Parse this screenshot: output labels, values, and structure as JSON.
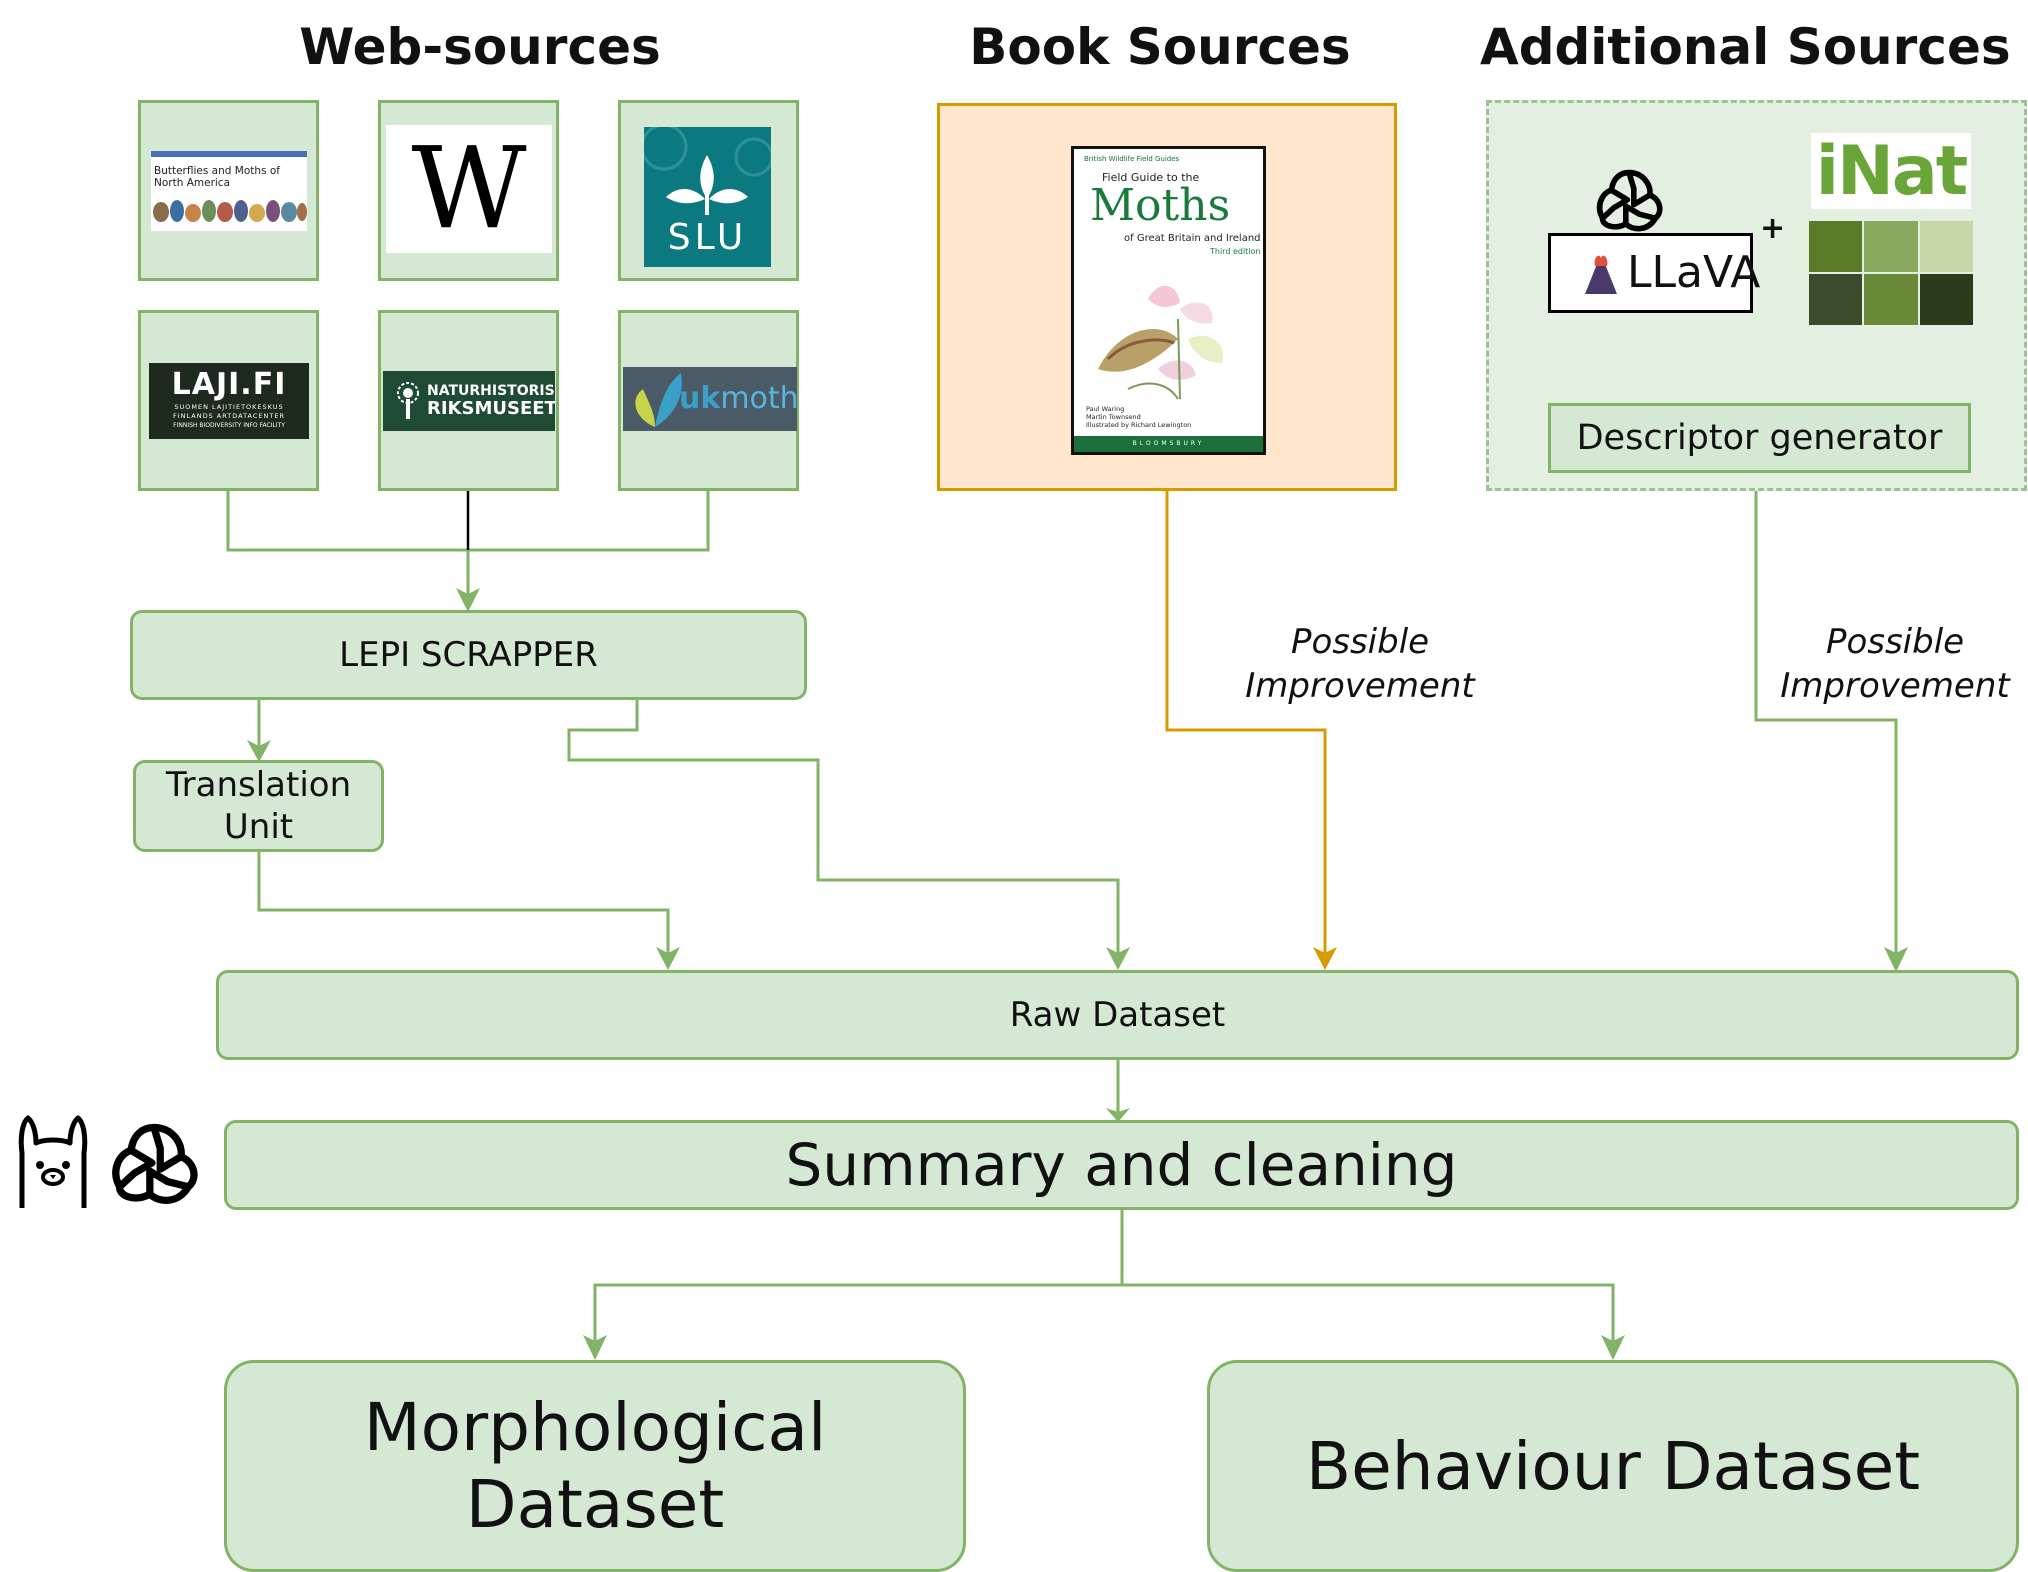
{
  "headings": {
    "web": "Web-sources",
    "book": "Book Sources",
    "additional": "Additional Sources"
  },
  "web_logos": {
    "butterflies": "Butterflies and Moths of North America",
    "wikipedia": "W",
    "slu": "SLU",
    "laji_main": "LAJI.FI",
    "laji_line1": "SUOMEN LAJITIETOKESKUS",
    "laji_line2": "FINLANDS ARTDATACENTER",
    "laji_line3": "FINNISH BIODIVERSITY INFO FACILITY",
    "nrm_line1": "NATURHISTORISKA",
    "nrm_line2": "RIKSMUSEET",
    "ukmoths_uk": "uk",
    "ukmoths_moths": "moths"
  },
  "book": {
    "series": "British Wildlife Field Guides",
    "subtitle_top": "Field Guide to the",
    "title": "Moths",
    "subtitle": "of Great Britain and Ireland",
    "edition": "Third edition",
    "authors": [
      "Paul Waring",
      "Martin Townsend",
      "Illustrated by Richard Lewington"
    ],
    "publisher": "BLOOMSBURY"
  },
  "additional": {
    "llava": "LLaVA",
    "inat": "iNat",
    "plus": "+",
    "descriptor": "Descriptor generator"
  },
  "nodes": {
    "scrapper": "LEPI SCRAPPER",
    "translation": "Translation Unit",
    "raw": "Raw Dataset",
    "summary": "Summary and cleaning",
    "morph": "Morphological Dataset",
    "behaviour": "Behaviour Dataset"
  },
  "notes": {
    "book_note_1": "Possible",
    "book_note_2": "Improvement",
    "add_note_1": "Possible",
    "add_note_2": "Improvement"
  },
  "colors": {
    "green_fill": "#d5e8d4",
    "green_stroke": "#82b366",
    "orange_fill": "#ffe6cc",
    "orange_stroke": "#d79b00"
  }
}
